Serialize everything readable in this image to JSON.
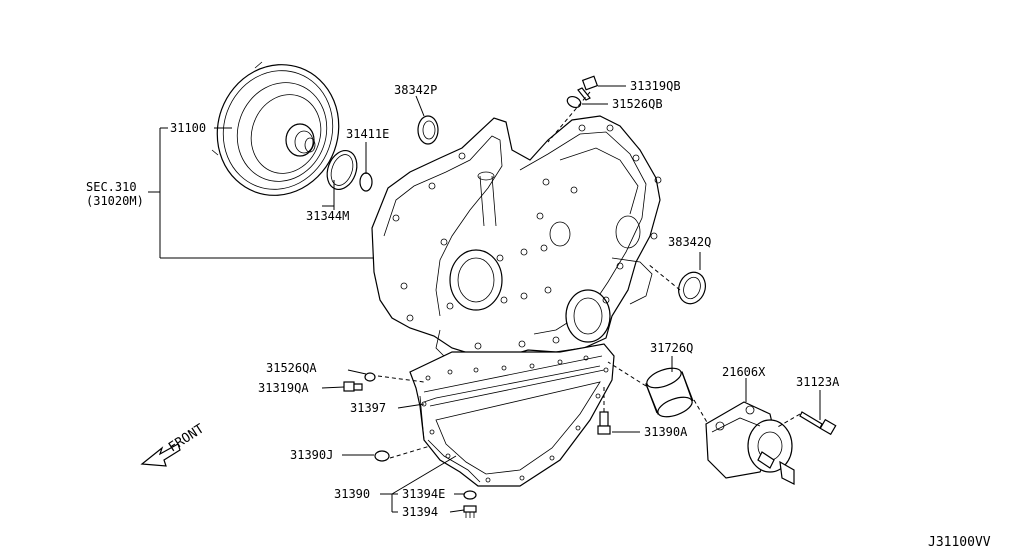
{
  "diagram": {
    "drawing_code": "J31100VV",
    "front_label": "FRONT",
    "labels": {
      "p31100": "31100",
      "sec310": "SEC.310",
      "sec310_ref": "(31020M)",
      "p31344M": "31344M",
      "p31411E": "31411E",
      "p38342P": "38342P",
      "p31319QB": "31319QB",
      "p31526QB": "31526QB",
      "p38342Q": "38342Q",
      "p31726Q": "31726Q",
      "p21606X": "21606X",
      "p31123A": "31123A",
      "p31526QA": "31526QA",
      "p31319QA": "31319QA",
      "p31397": "31397",
      "p31390A": "31390A",
      "p31390J": "31390J",
      "p31390": "31390",
      "p31394E": "31394E",
      "p31394": "31394"
    }
  }
}
